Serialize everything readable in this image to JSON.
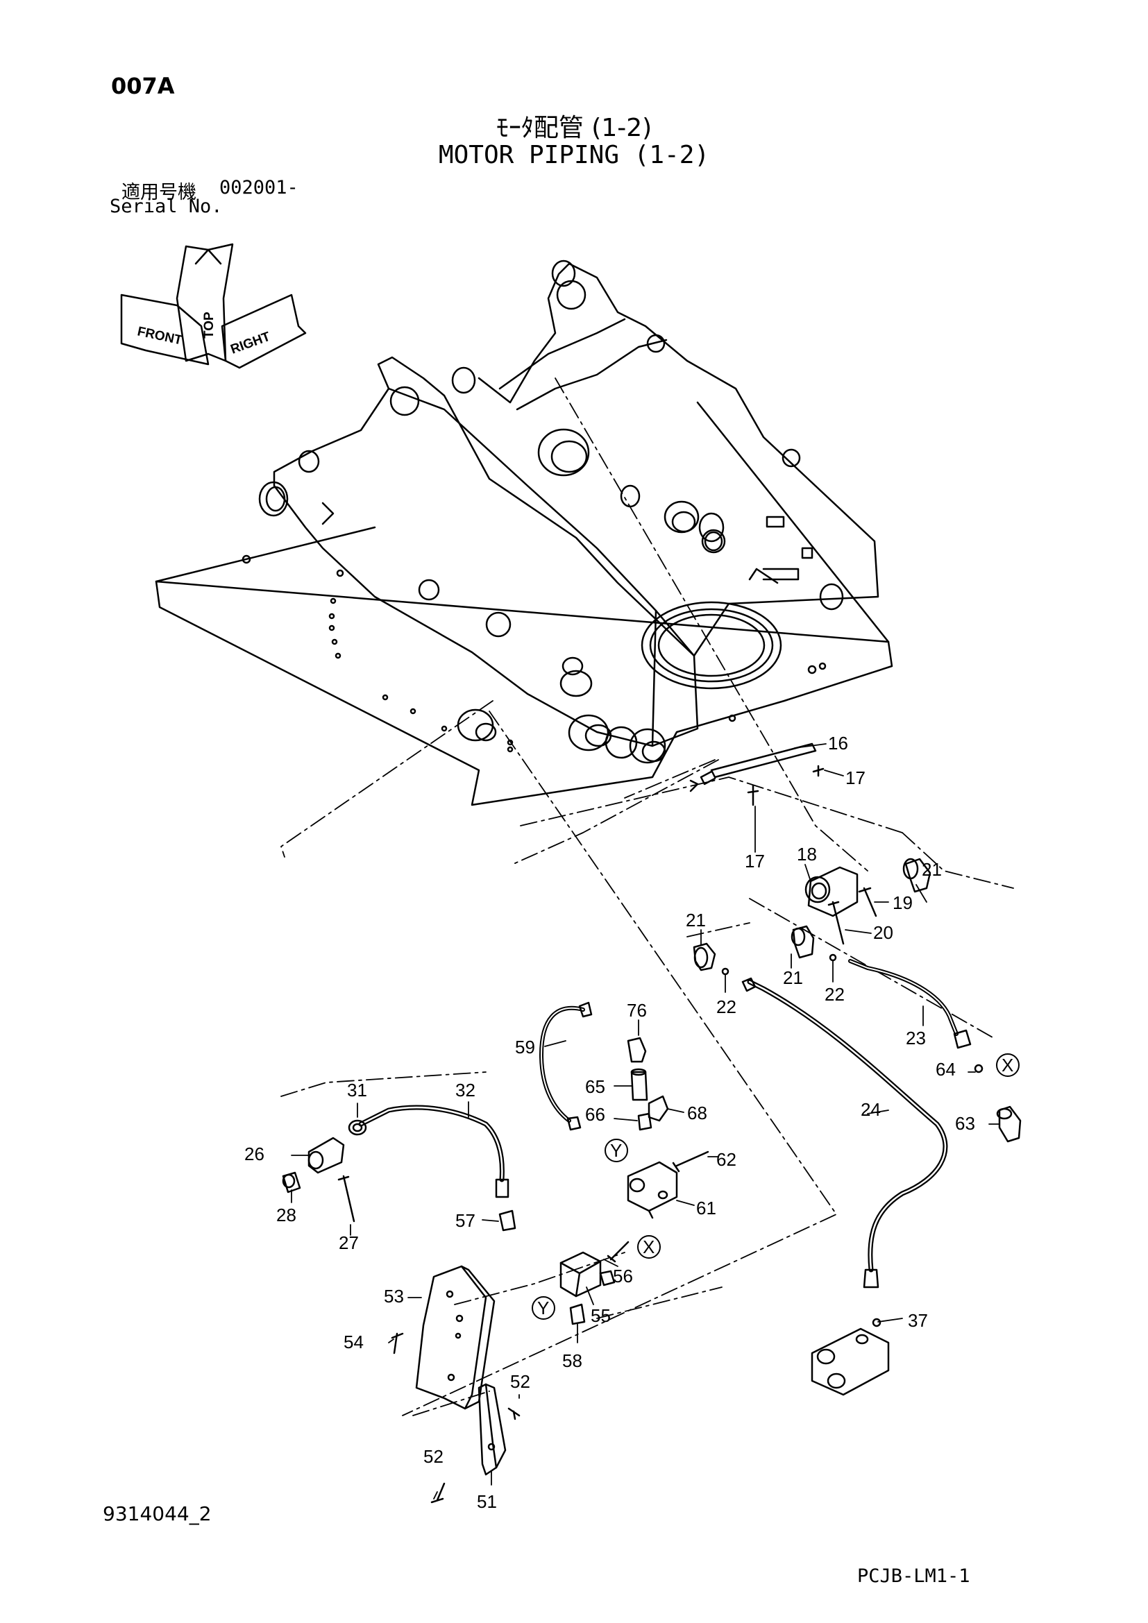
{
  "header": {
    "page_code": "007A",
    "title_jp": "ﾓｰﾀ配管 (1-2)",
    "title_en": "MOTOR PIPING (1-2)",
    "serial_label_jp": "適用号機",
    "serial_value": "002001-",
    "serial_label_en": "Serial No."
  },
  "orientation": {
    "top": "TOP",
    "front": "FRONT",
    "right": "RIGHT"
  },
  "callouts": [
    {
      "id": "c16",
      "label": "16"
    },
    {
      "id": "c17a",
      "label": "17"
    },
    {
      "id": "c17b",
      "label": "17"
    },
    {
      "id": "c18",
      "label": "18"
    },
    {
      "id": "c19",
      "label": "19"
    },
    {
      "id": "c20",
      "label": "20"
    },
    {
      "id": "c21a",
      "label": "21"
    },
    {
      "id": "c21b",
      "label": "21"
    },
    {
      "id": "c21c",
      "label": "21"
    },
    {
      "id": "c22a",
      "label": "22"
    },
    {
      "id": "c22b",
      "label": "22"
    },
    {
      "id": "c23",
      "label": "23"
    },
    {
      "id": "c24",
      "label": "24"
    },
    {
      "id": "c26",
      "label": "26"
    },
    {
      "id": "c27",
      "label": "27"
    },
    {
      "id": "c28",
      "label": "28"
    },
    {
      "id": "c31",
      "label": "31"
    },
    {
      "id": "c32",
      "label": "32"
    },
    {
      "id": "c37",
      "label": "37"
    },
    {
      "id": "c51",
      "label": "51"
    },
    {
      "id": "c52a",
      "label": "52"
    },
    {
      "id": "c52b",
      "label": "52"
    },
    {
      "id": "c53",
      "label": "53"
    },
    {
      "id": "c54",
      "label": "54"
    },
    {
      "id": "c55",
      "label": "55"
    },
    {
      "id": "c56",
      "label": "56"
    },
    {
      "id": "c57",
      "label": "57"
    },
    {
      "id": "c58",
      "label": "58"
    },
    {
      "id": "c59",
      "label": "59"
    },
    {
      "id": "c61",
      "label": "61"
    },
    {
      "id": "c62",
      "label": "62"
    },
    {
      "id": "c63",
      "label": "63"
    },
    {
      "id": "c64",
      "label": "64"
    },
    {
      "id": "c65",
      "label": "65"
    },
    {
      "id": "c66",
      "label": "66"
    },
    {
      "id": "c68",
      "label": "68"
    },
    {
      "id": "c76",
      "label": "76"
    }
  ],
  "connection_markers": [
    {
      "id": "x1",
      "label": "X"
    },
    {
      "id": "x2",
      "label": "X"
    },
    {
      "id": "y1",
      "label": "Y"
    },
    {
      "id": "y2",
      "label": "Y"
    }
  ],
  "footer": {
    "drawing_number": "9314044_2",
    "sheet_code": "PCJB-LM1-1"
  }
}
